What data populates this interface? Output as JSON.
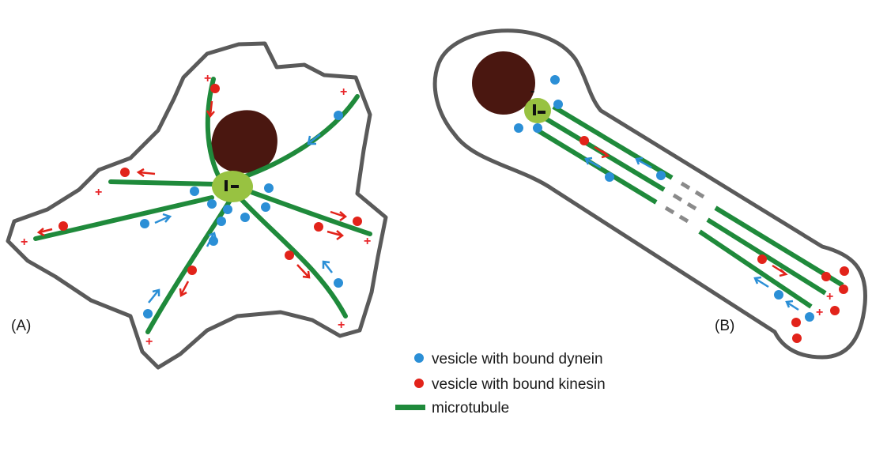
{
  "panels": {
    "a_label": "(A)",
    "b_label": "(B)"
  },
  "symbols": {
    "plus_end": "+",
    "minus_end": "-"
  },
  "legend": {
    "dynein": "vesicle with bound dynein",
    "kinesin": "vesicle with bound kinesin",
    "microtubule": "microtubule"
  },
  "colors": {
    "cell_outline": "#5a5a5a",
    "nucleus": "#4a1710",
    "centrosome": "#98c241",
    "microtubule": "#1f8a3b",
    "dynein": "#2b8fd6",
    "kinesin": "#e2231a",
    "plus": "#e8262a"
  }
}
